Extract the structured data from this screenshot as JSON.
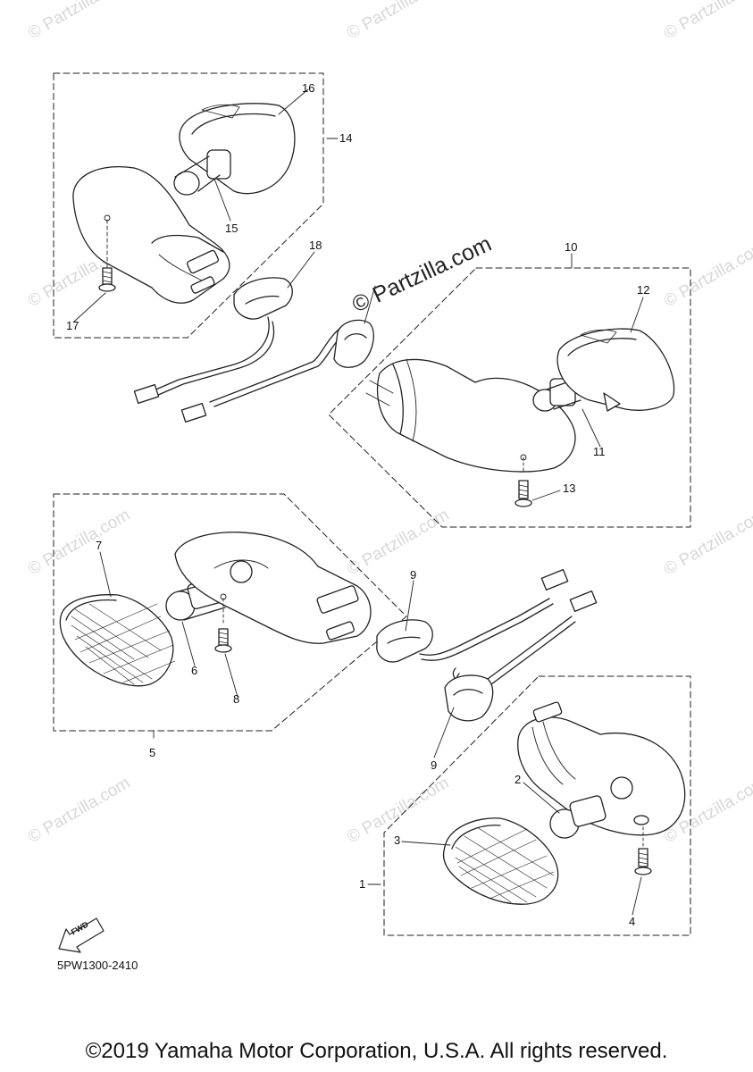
{
  "watermark_small": "© Partzilla.com",
  "watermark_large": "© Partzilla.com",
  "part_numbers": {
    "p1": "1",
    "p2": "2",
    "p3": "3",
    "p4": "4",
    "p5": "5",
    "p6": "6",
    "p7": "7",
    "p8": "8",
    "p9a": "9",
    "p9b": "9",
    "p10": "10",
    "p11": "11",
    "p12": "12",
    "p13": "13",
    "p14": "14",
    "p15": "15",
    "p16": "16",
    "p17": "17",
    "p18": "18"
  },
  "fwd_label": "FWD",
  "diagram_code": "5PW1300-2410",
  "copyright": "©2019 Yamaha Motor Corporation, U.S.A. All rights reserved."
}
